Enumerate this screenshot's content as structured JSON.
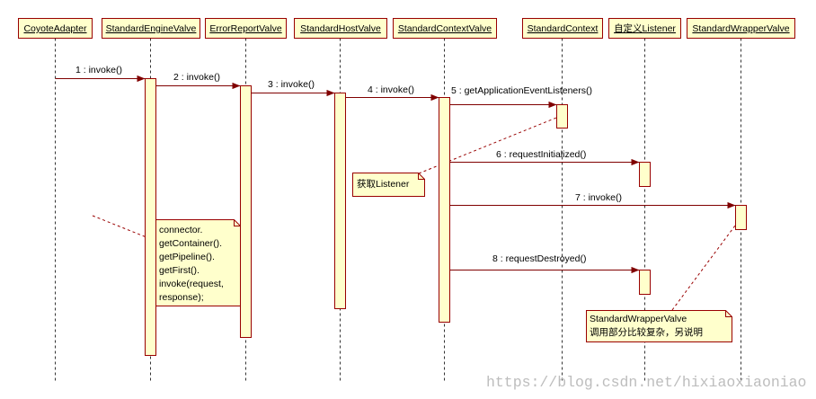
{
  "diagram": {
    "participants": [
      {
        "name": "CoyoteAdapter"
      },
      {
        "name": "StandardEngineValve"
      },
      {
        "name": "ErrorReportValve"
      },
      {
        "name": "StandardHostValve"
      },
      {
        "name": "StandardContextValve"
      },
      {
        "name": "StandardContext"
      },
      {
        "name": "自定义Listener"
      },
      {
        "name": "StandardWrapperValve"
      }
    ],
    "messages": [
      {
        "label": "1 : invoke()"
      },
      {
        "label": "2 : invoke()"
      },
      {
        "label": "3 : invoke()"
      },
      {
        "label": "4 : invoke()"
      },
      {
        "label": "5 : getApplicationEventListeners()"
      },
      {
        "label": "6 : requestInitialized()"
      },
      {
        "label": "7 : invoke()"
      },
      {
        "label": "8 : requestDestroyed()"
      }
    ],
    "notes": [
      {
        "lines": [
          "获取Listener"
        ]
      },
      {
        "lines": [
          "connector.",
          "getContainer().",
          "getPipeline().",
          "getFirst().",
          "invoke(request,",
          "response);"
        ]
      },
      {
        "lines": [
          "StandardWrapperValve",
          "调用部分比较复杂，另说明"
        ]
      }
    ]
  },
  "watermark": {
    "text": "https://blog.csdn.net/hixiaoxiaoniao"
  },
  "colors": {
    "element_fill": "#ffffcc",
    "element_border": "#990000",
    "message_arrow": "#800000",
    "lifeline": "#333333",
    "text": "#000000",
    "watermark": "#bdbdbd"
  }
}
